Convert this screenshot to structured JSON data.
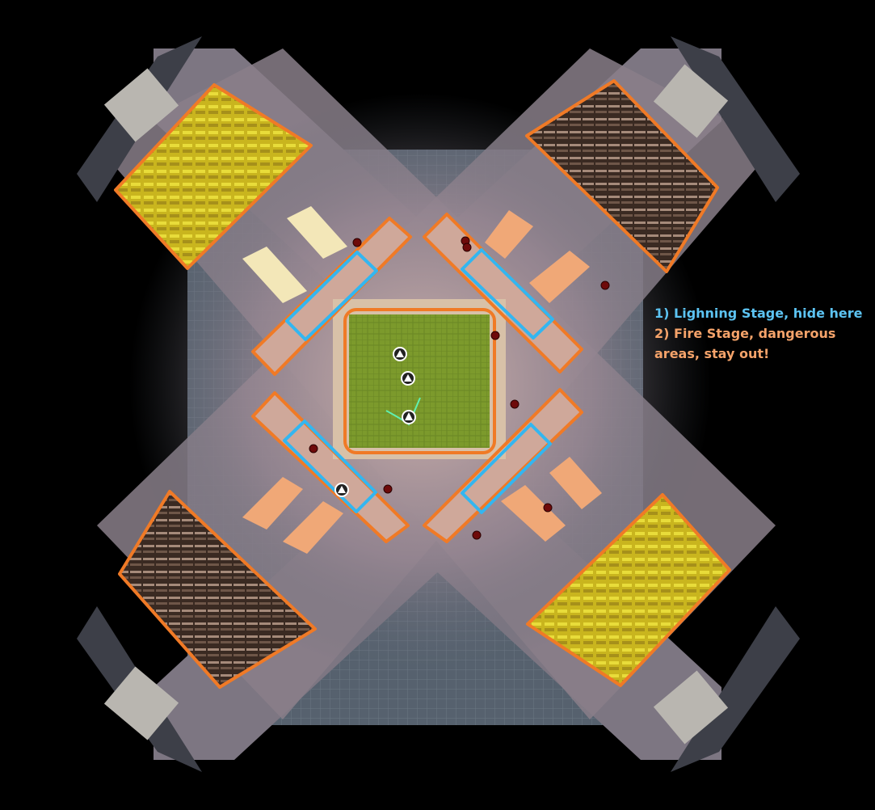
{
  "legend": {
    "lightning": "1) Lighning Stage, hide here",
    "fire": "2) Fire Stage, dangerous areas, stay out!"
  },
  "colors": {
    "background": "#000000",
    "lightning_zone": "#33b6f0",
    "fire_zone": "#f07a26",
    "lightning_text": "#5cc3f2",
    "fire_text": "#f5a36a",
    "center_field": "#7a9a2a",
    "floor": "#5a6470",
    "enemy_dot": "#6e0a0a"
  },
  "icons": {
    "player": "player-position-marker",
    "party": "party-member-marker",
    "enemy": "enemy-dot"
  }
}
